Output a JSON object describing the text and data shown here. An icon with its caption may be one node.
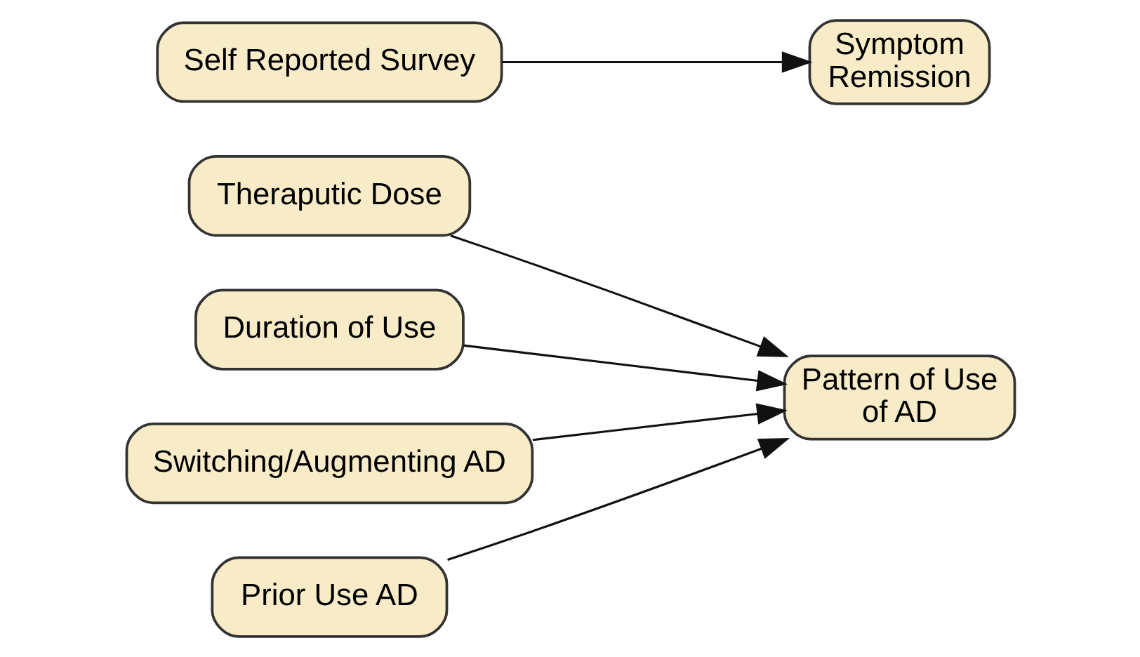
{
  "diagram": {
    "nodes": [
      {
        "text": [
          "Theraputic Dose"
        ]
      },
      {
        "text": [
          "Duration of Use"
        ]
      },
      {
        "text": [
          "Switching/Augmenting AD"
        ]
      },
      {
        "text": [
          "Prior Use AD"
        ]
      },
      {
        "text": [
          "Pattern of Use of AD"
        ]
      },
      {
        "text": [
          "Self Reported Survey"
        ]
      },
      {
        "text": [
          "Symptom Remission"
        ]
      }
    ],
    "edges": [
      {
        "from": 0,
        "to": 4,
        "arrow": "to"
      },
      {
        "from": 1,
        "to": 4,
        "arrow": "to"
      },
      {
        "from": 2,
        "to": 4,
        "arrow": "to"
      },
      {
        "from": 3,
        "to": 4,
        "arrow": "to"
      },
      {
        "from": 5,
        "to": 6,
        "arrow": "to"
      }
    ]
  }
}
